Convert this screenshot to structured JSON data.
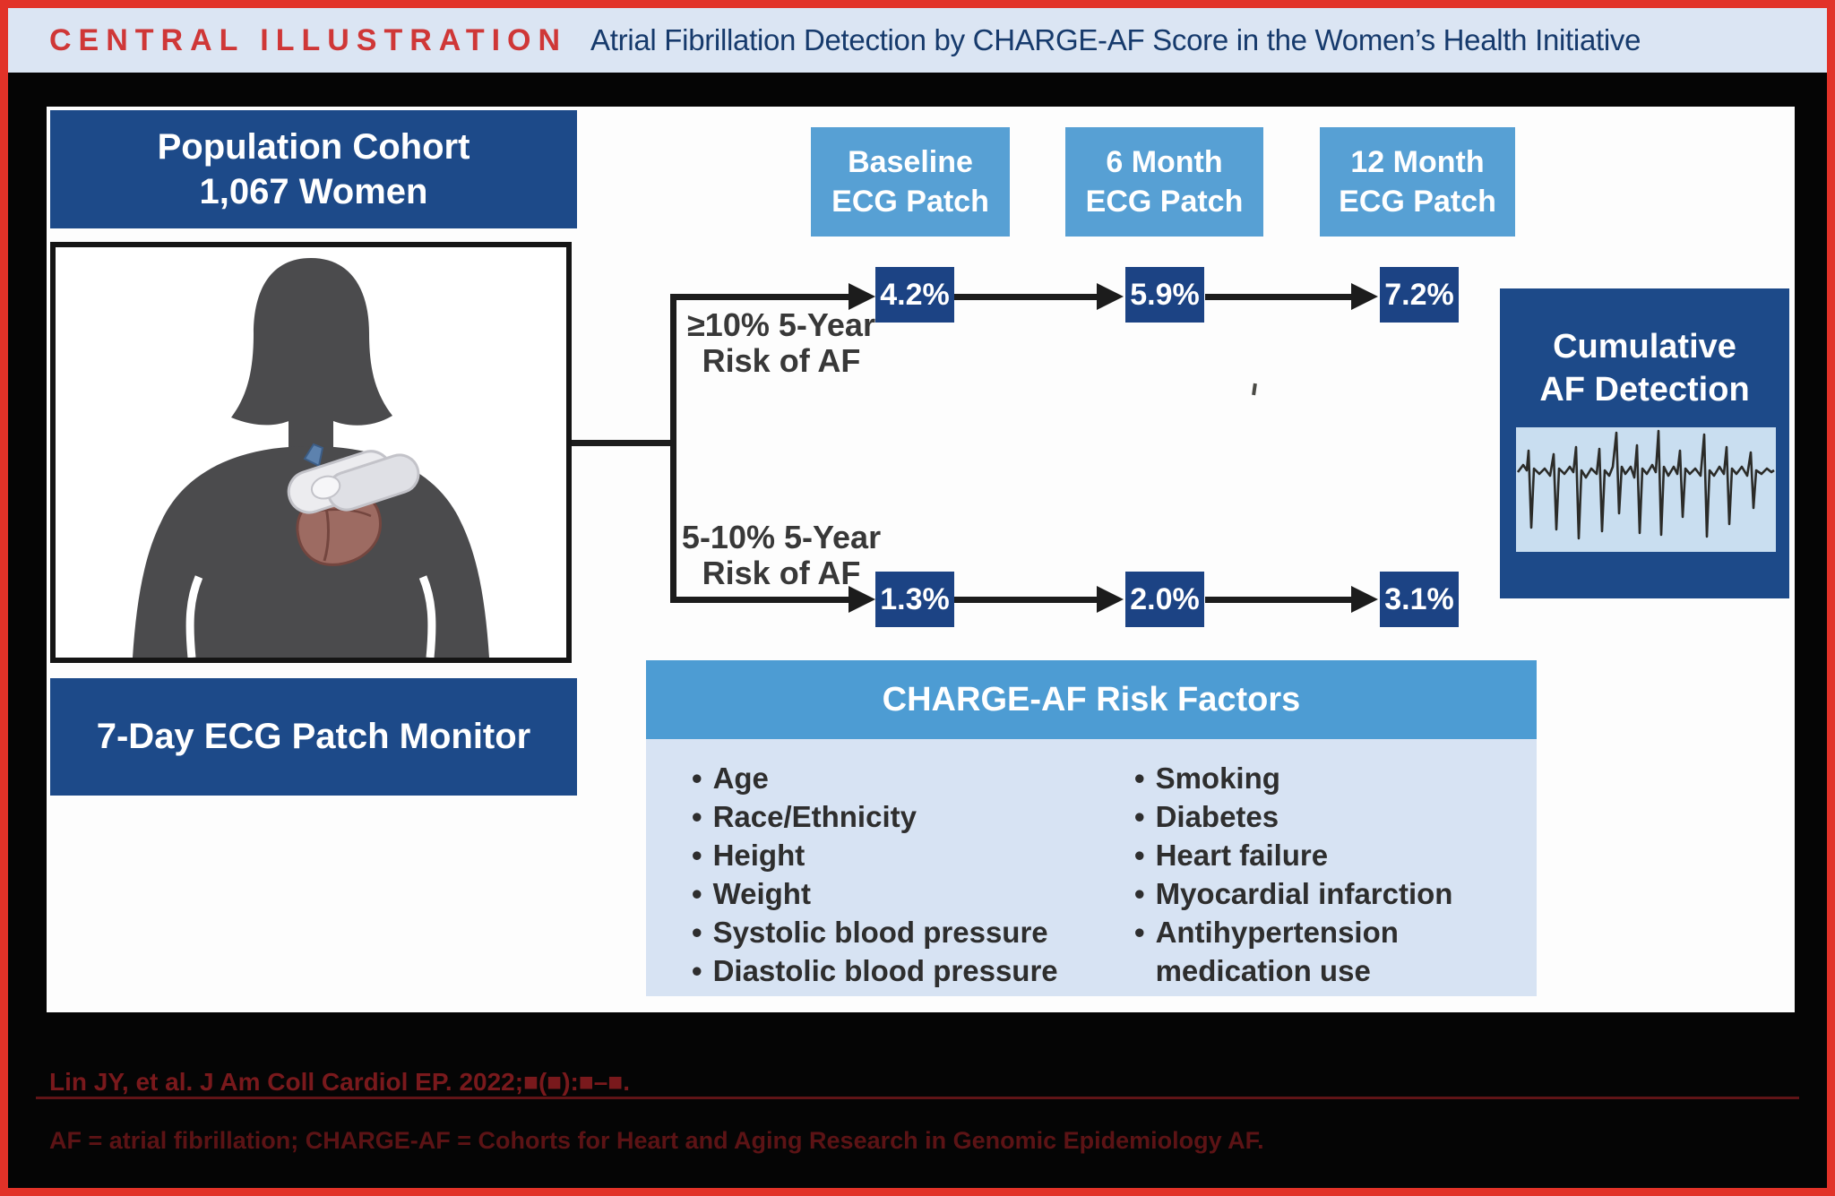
{
  "header": {
    "kicker": "CENTRAL ILLUSTRATION",
    "title": "Atrial Fibrillation Detection by CHARGE-AF Score in the Women’s Health Initiative"
  },
  "population": {
    "line1": "Population Cohort",
    "line2": "1,067 Women"
  },
  "monitor_label": "7-Day ECG Patch Monitor",
  "timepoints": [
    {
      "line1": "Baseline",
      "line2": "ECG Patch"
    },
    {
      "line1": "6 Month",
      "line2": "ECG Patch"
    },
    {
      "line1": "12 Month",
      "line2": "ECG Patch"
    }
  ],
  "flows": {
    "high": {
      "label_line1": "≥10% 5-Year",
      "label_line2": "Risk of AF",
      "values": [
        "4.2%",
        "5.9%",
        "7.2%"
      ]
    },
    "low": {
      "label_line1": "5-10% 5-Year",
      "label_line2": "Risk of AF",
      "values": [
        "1.3%",
        "2.0%",
        "3.1%"
      ]
    }
  },
  "cumulative": {
    "line1": "Cumulative",
    "line2": "AF Detection"
  },
  "risk_factors": {
    "title": "CHARGE-AF Risk Factors",
    "left": [
      "Age",
      "Race/Ethnicity",
      "Height",
      "Weight",
      "Systolic blood pressure",
      "Diastolic blood pressure"
    ],
    "right": [
      "Smoking",
      "Diabetes",
      "Heart failure",
      "Myocardial infarction",
      "Antihypertension medication use"
    ]
  },
  "footer": {
    "citation": "Lin JY, et al. J Am Coll Cardiol EP. 2022;■(■):■–■.",
    "abbreviations": "AF = atrial fibrillation; CHARGE-AF = Cohorts for Heart and Aging Research in Genomic Epidemiology AF."
  },
  "colors": {
    "frame_red": "#e23228",
    "kicker_red": "#cf3737",
    "title_navy": "#163a6c",
    "navy_box": "#1d4a89",
    "percent_navy": "#1c4384",
    "light_blue_box": "#57a0d4",
    "rf_header_blue": "#4d9cd3",
    "rf_body_blue": "#d7e3f3",
    "ecg_inset_blue": "#c9def0",
    "header_bg": "#dbe5f3",
    "citation_red": "#79191c",
    "background": "#000000"
  }
}
